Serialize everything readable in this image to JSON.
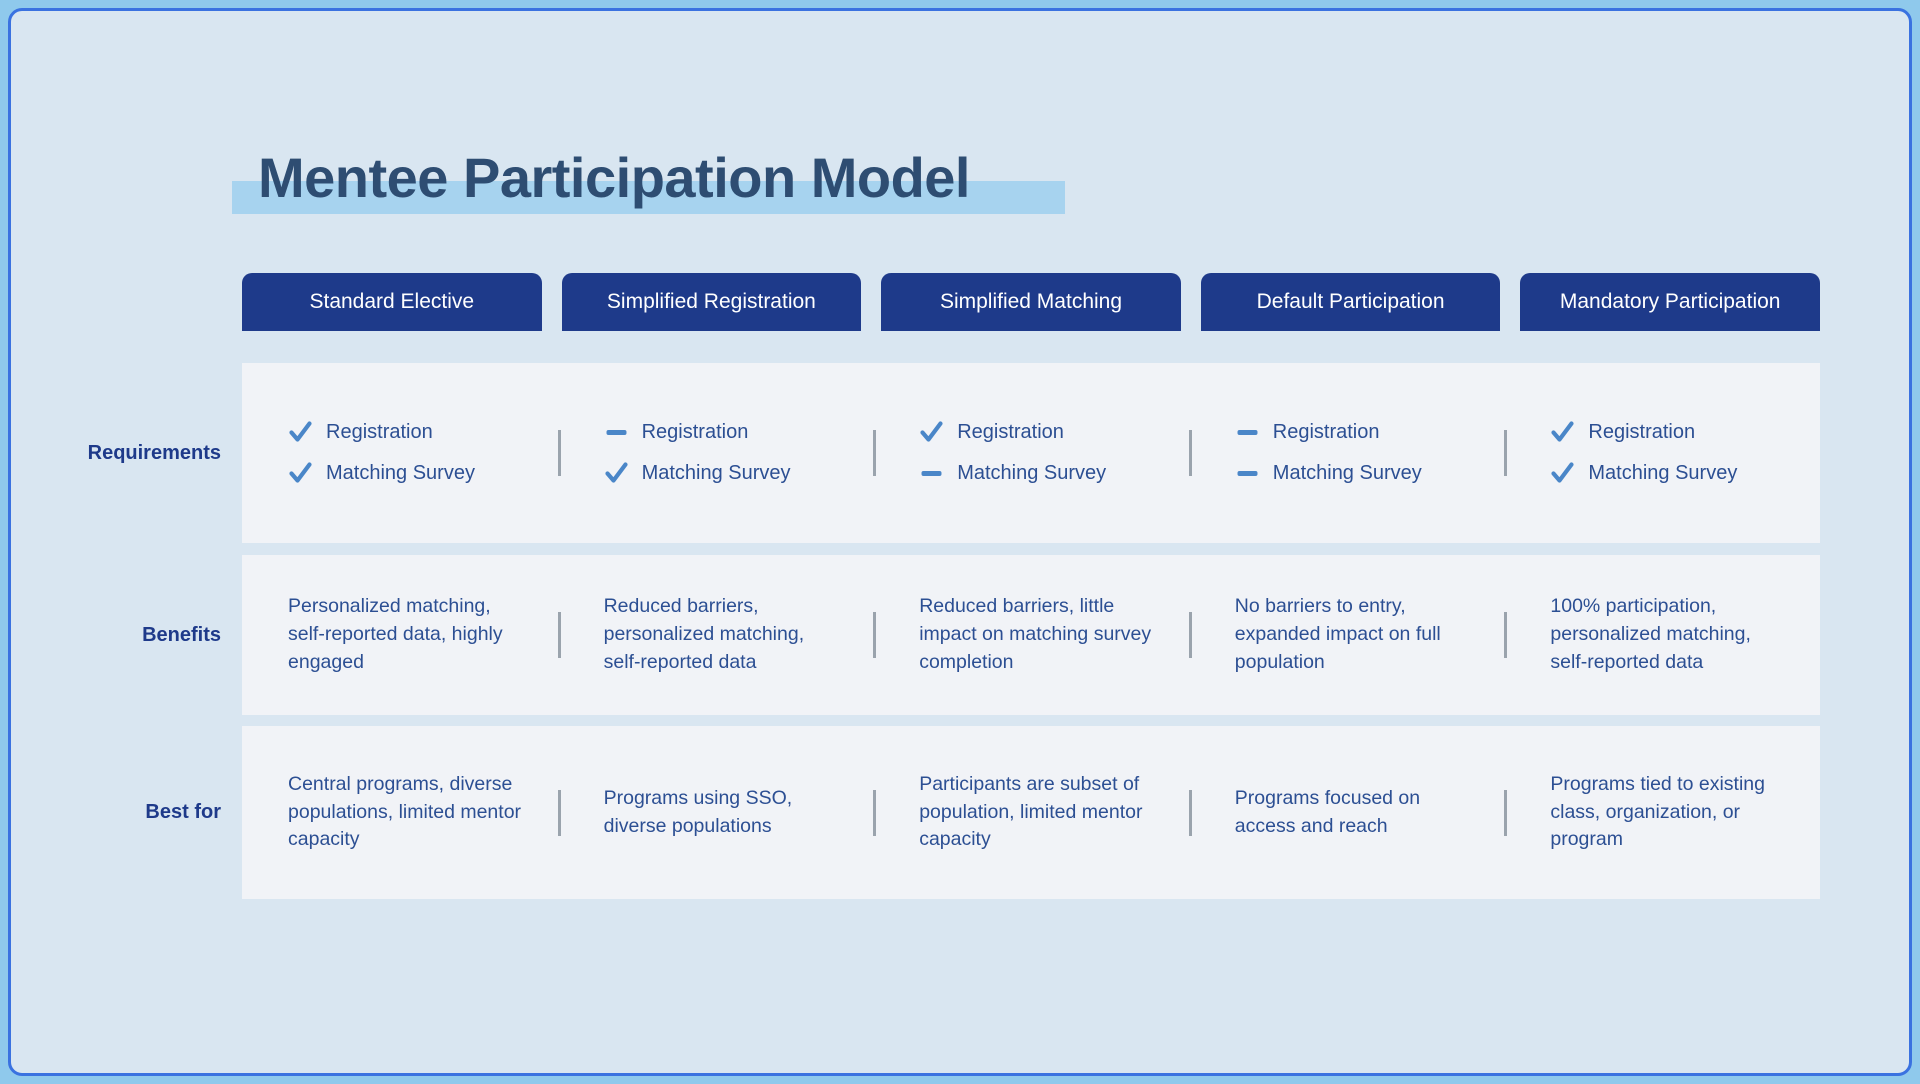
{
  "theme": {
    "outer_background": "#8fc9ec",
    "card_background": "#d9e6f1",
    "card_border": "#3a72e0",
    "header_navy": "#1e3a8a",
    "title_color": "#2e4d72",
    "title_highlight": "#a7d3ef",
    "row_panel": "#f1f3f7",
    "body_text": "#2c4f93",
    "check_blue": "#4a86c8",
    "dash_blue": "#4a86c8",
    "divider_gray": "#9aa3ad"
  },
  "title": "Mentee Participation Model",
  "columns": [
    "Standard Elective",
    "Simplified Registration",
    "Simplified Matching",
    "Default Participation",
    "Mandatory Participation"
  ],
  "rows": [
    {
      "label": "Requirements",
      "type": "requirements",
      "cells": [
        {
          "items": [
            {
              "icon": "check-icon",
              "label": "Registration"
            },
            {
              "icon": "check-icon",
              "label": "Matching Survey"
            }
          ]
        },
        {
          "items": [
            {
              "icon": "dash-icon",
              "label": "Registration"
            },
            {
              "icon": "check-icon",
              "label": "Matching Survey"
            }
          ]
        },
        {
          "items": [
            {
              "icon": "check-icon",
              "label": "Registration"
            },
            {
              "icon": "dash-icon",
              "label": "Matching Survey"
            }
          ]
        },
        {
          "items": [
            {
              "icon": "dash-icon",
              "label": "Registration"
            },
            {
              "icon": "dash-icon",
              "label": "Matching Survey"
            }
          ]
        },
        {
          "items": [
            {
              "icon": "check-icon",
              "label": "Registration"
            },
            {
              "icon": "check-icon",
              "label": "Matching Survey"
            }
          ]
        }
      ]
    },
    {
      "label": "Benefits",
      "type": "text",
      "cells": [
        {
          "text": "Personalized matching, self-reported data, highly engaged"
        },
        {
          "text": "Reduced barriers, personalized matching, self-reported data"
        },
        {
          "text": "Reduced barriers, little impact on matching survey completion"
        },
        {
          "text": "No barriers to entry, expanded impact on full population"
        },
        {
          "text": "100% participation, personalized matching, self-reported data"
        }
      ]
    },
    {
      "label": "Best for",
      "type": "text",
      "cells": [
        {
          "text": "Central programs, diverse populations, limited mentor capacity"
        },
        {
          "text": "Programs using SSO, diverse populations"
        },
        {
          "text": "Participants are subset of population, limited mentor capacity"
        },
        {
          "text": "Programs focused on access and reach"
        },
        {
          "text": "Programs tied to existing class, organization, or program"
        }
      ]
    }
  ]
}
